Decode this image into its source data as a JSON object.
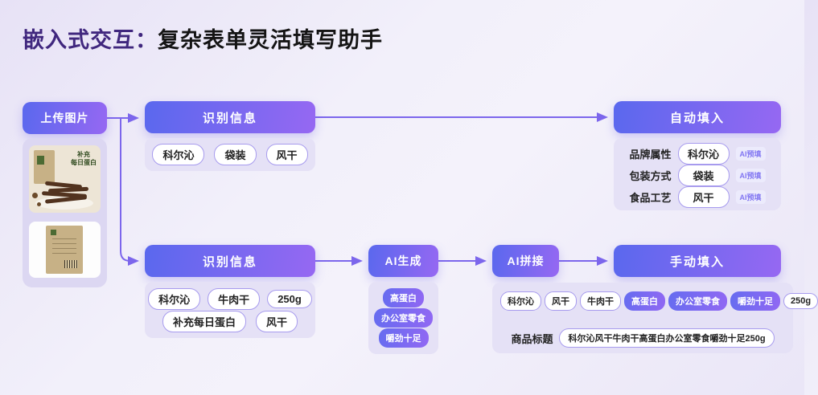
{
  "title": {
    "highlight": "嵌入式交互：",
    "rest": "复杂表单灵活填写助手"
  },
  "colors": {
    "accent": "#7c66ec",
    "node_gradient_start": "#5a68ee",
    "node_gradient_end": "#9668f2",
    "ai_badge_text": "#8277f2"
  },
  "upload": {
    "label": "上传图片",
    "photo_caption_line1": "补充",
    "photo_caption_line2": "每日蛋白"
  },
  "flow_top": {
    "recognize": {
      "label": "识别信息",
      "tags": [
        "科尔沁",
        "袋装",
        "风干"
      ]
    },
    "autofill": {
      "label": "自动填入",
      "fields": [
        {
          "label": "品牌属性",
          "value": "科尔沁",
          "badge": "AI预填"
        },
        {
          "label": "包装方式",
          "value": "袋装",
          "badge": "AI预填"
        },
        {
          "label": "食品工艺",
          "value": "风干",
          "badge": "AI预填"
        }
      ]
    }
  },
  "flow_bottom": {
    "recognize": {
      "label": "识别信息",
      "tags_row1": [
        "科尔沁",
        "牛肉干",
        "250g"
      ],
      "tags_row2": [
        "补充每日蛋白",
        "风干"
      ]
    },
    "ai_generate": {
      "label": "AI生成",
      "tags": [
        "高蛋白",
        "办公室零食",
        "嚼劲十足"
      ]
    },
    "ai_splice": {
      "label": "AI拼接"
    },
    "manual_fill": {
      "label": "手动填入"
    },
    "result": {
      "tags": [
        "科尔沁",
        "风干",
        "牛肉干",
        "高蛋白",
        "办公室零食",
        "嚼劲十足",
        "250g"
      ],
      "ai_generated_tags": [
        "高蛋白",
        "办公室零食",
        "嚼劲十足"
      ],
      "title_label": "商品标题",
      "title_value": "科尔沁风干牛肉干高蛋白办公室零食嚼劲十足250g"
    }
  }
}
